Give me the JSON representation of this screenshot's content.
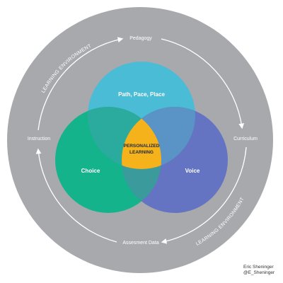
{
  "nodes": {
    "top": "Pedagogy",
    "left": "Instruction",
    "right": "Curriculum",
    "bottom": "Assesment Data"
  },
  "circles": {
    "top": "Path, Pace, Place",
    "left": "Choice",
    "right": "Voice"
  },
  "center": {
    "line1": "PERSONALIZED",
    "line2": "LEARNING"
  },
  "environment": {
    "top_left": "LEARNING ENVIRONMENT",
    "bottom_right": "LEARNING ENVIRONMENT"
  },
  "credit": {
    "name": "Eric Sheninger",
    "handle": "@E_Sheninger"
  },
  "colors": {
    "outer_ring": "#a7a9ac",
    "path_pace_place": "#4bbcd6",
    "choice": "#14b38c",
    "voice": "#6574c2",
    "center": "#f6b21b",
    "overlap_top_left": "#2aab9e",
    "overlap_top_right": "#5a93c6",
    "overlap_bottom": "#3a9a9c"
  }
}
